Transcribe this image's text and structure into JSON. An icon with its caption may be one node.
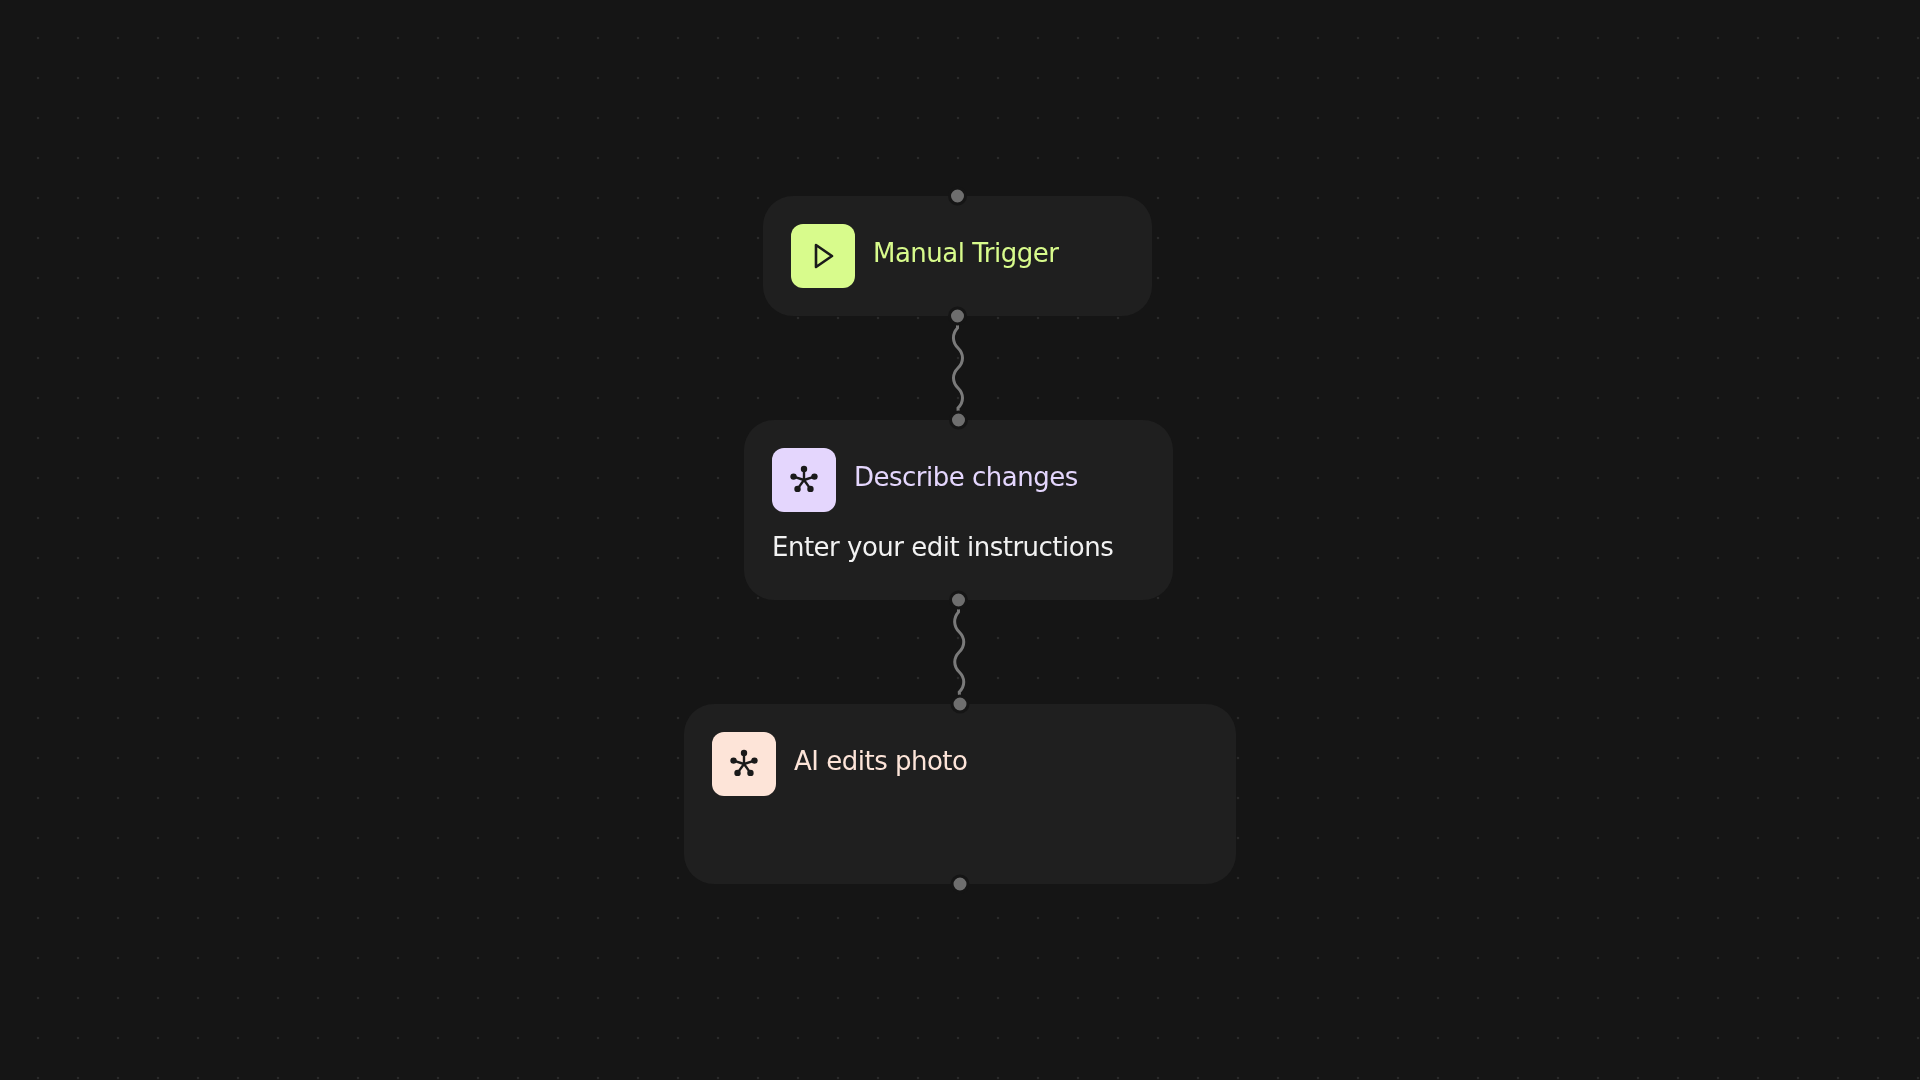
{
  "diagram": {
    "nodes": [
      {
        "text": [
          "Manual Trigger"
        ]
      },
      {
        "text": [
          "Describe changes",
          "Enter your edit instructions"
        ]
      },
      {
        "text": [
          "AI edits photo"
        ]
      }
    ],
    "edges": [
      {
        "from": 0,
        "to": 1,
        "arrow": "none"
      },
      {
        "from": 1,
        "to": 2,
        "arrow": "none"
      }
    ]
  }
}
